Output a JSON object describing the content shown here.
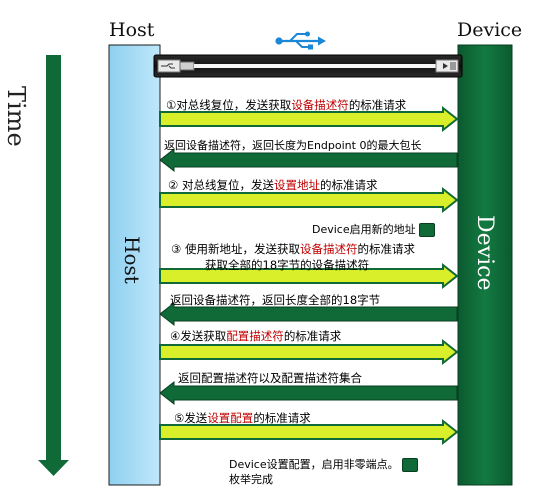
{
  "header": {
    "host_label": "Host",
    "device_label": "Device"
  },
  "axis": {
    "time_label": "Time"
  },
  "lanes": {
    "host_lane_label": "Host",
    "device_lane_label": "Device"
  },
  "icons": {
    "usb": "usb-icon",
    "cable": "usb-cable-icon"
  },
  "colors": {
    "host_lane": "#a8dcf5",
    "device_lane": "#0f6a38",
    "forward_arrow": "#d8ef2a",
    "backward_arrow": "#0f6a38",
    "highlight_text": "#c00000"
  },
  "messages": [
    {
      "id": "m1",
      "direction": "host-to-device",
      "prefix": "①对总线复位，发送获取",
      "highlight": "设备描述符",
      "suffix": "的标准请求"
    },
    {
      "id": "m2",
      "direction": "device-to-host",
      "text": "返回设备描述符，返回长度为Endpoint 0的最大包长"
    },
    {
      "id": "m3",
      "direction": "host-to-device",
      "prefix": "② 对总线复位，发送",
      "highlight": "设置地址",
      "suffix": "的标准请求"
    },
    {
      "id": "m4",
      "direction": "host-to-device",
      "prefix": "③ 使用新地址，发送获取",
      "highlight": "设备描述符",
      "suffix": "的标准请求",
      "line2": "获取全部的18字节的设备描述符"
    },
    {
      "id": "m5",
      "direction": "device-to-host",
      "text": "返回设备描述符，返回长度全部的18字节"
    },
    {
      "id": "m6",
      "direction": "host-to-device",
      "prefix": "④发送获取",
      "highlight": "配置描述符",
      "suffix": "的标准请求"
    },
    {
      "id": "m7",
      "direction": "device-to-host",
      "text": "返回配置描述符以及配置描述符集合"
    },
    {
      "id": "m8",
      "direction": "host-to-device",
      "prefix": "⑤发送",
      "highlight": "设置配置",
      "suffix": "的标准请求"
    }
  ],
  "notes": {
    "device_address": "Device启用新的地址",
    "device_config_line1": "Device设置配置，启用非零端点。",
    "device_config_line2": "枚举完成"
  }
}
